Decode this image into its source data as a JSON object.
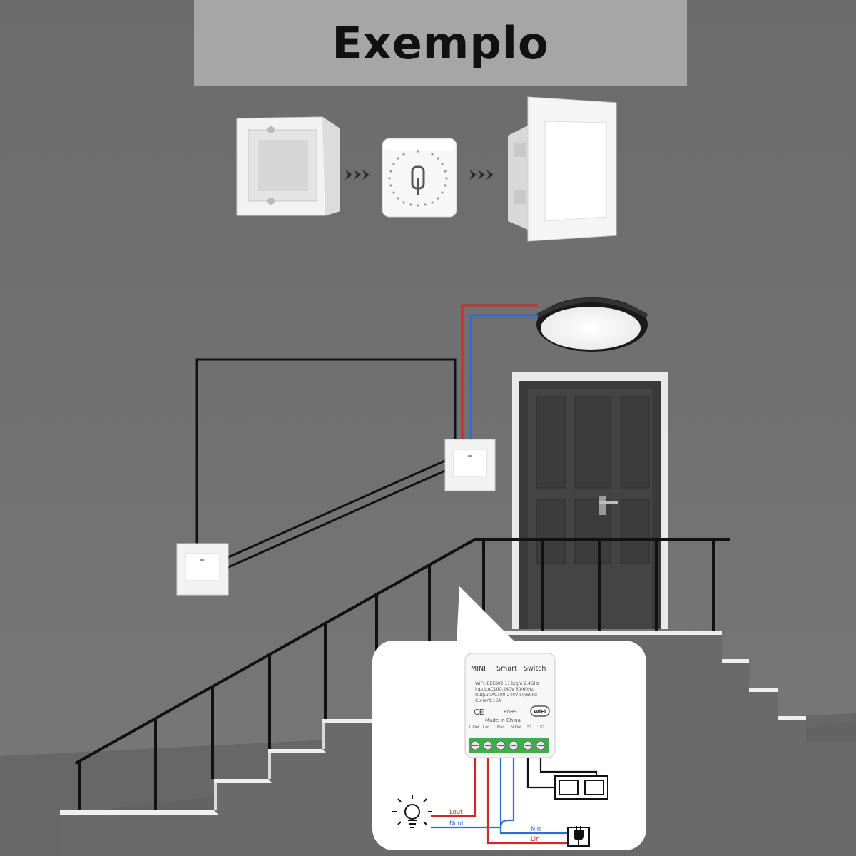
{
  "title": "Exemplo",
  "colors": {
    "background": "#6e6e6e",
    "title_band": "#a6a6a6",
    "live_wire": "#d0282b",
    "neutral_wire": "#2a6fd6",
    "control_wire": "#111111",
    "terminal_green": "#3fae49"
  },
  "module": {
    "brand": "MINI",
    "name_word1": "Smart",
    "name_word2": "Switch",
    "specs": [
      "WIFI:IEEE802.11 b/g/n 2.4GHz",
      "Input:AC100-240V 50/60Hz",
      "Output:AC100-240V 50/60Hz",
      "Current:16A"
    ],
    "ce_mark": "CE",
    "rohs": "RoHS",
    "made_in": "Made   in   China",
    "wifi_badge": "WiFi",
    "terminals": [
      "L-Out",
      "L-in",
      "N-in",
      "N-Out",
      "S1",
      "S2"
    ]
  },
  "wiring_labels": {
    "lout": "Lout",
    "nout": "Nout",
    "nin": "Nin",
    "lin": "Lin"
  },
  "icons": {
    "bulb": "light-bulb-icon",
    "plug": "power-plug-icon",
    "arrow": "double-chevron-right-icon"
  }
}
